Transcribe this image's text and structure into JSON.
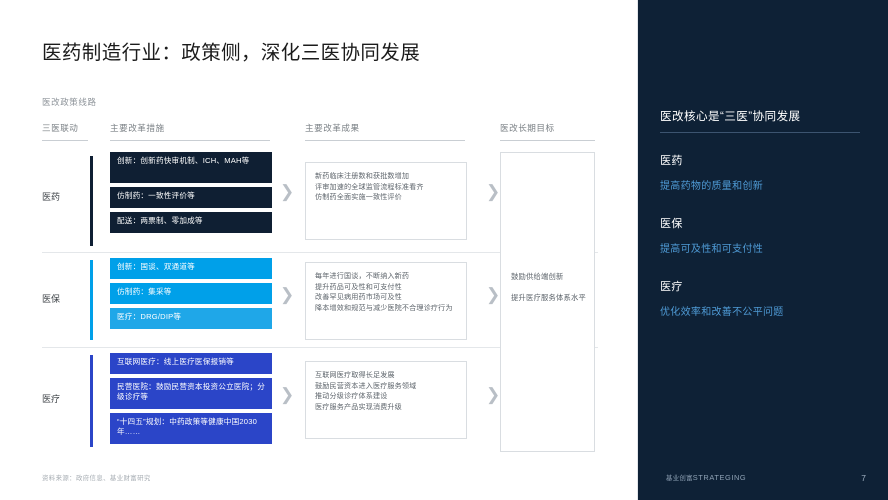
{
  "slide": {
    "title": "医药制造行业：政策侧，深化三医协同发展",
    "subtitle": "医改政策线路",
    "source_note": "资料来源：政府信息、基业财富研究",
    "page_number": "7"
  },
  "colors": {
    "panel_dark": "#0e2136",
    "row_yiyao": "#0f1f33",
    "row_yibao": "#00a0e9",
    "row_yiliao": "#2b45c8",
    "accent_link": "#4f9bd6"
  },
  "columns": [
    {
      "label": "三医联动"
    },
    {
      "label": "主要改革措施"
    },
    {
      "label": "主要改革成果"
    },
    {
      "label": "医改长期目标"
    }
  ],
  "rows": [
    {
      "label": "医药",
      "color": "#0f1f33",
      "measures": [
        "创新：创新药快审机制、ICH、MAH等",
        "仿制药：一致性评价等",
        "配送：两票制、零加成等"
      ],
      "outcome": "新药临床注册数和获批数增加\n评审加速的全球监管流程标准看齐\n仿制药全面实施一致性评价"
    },
    {
      "label": "医保",
      "color": "#00a0e9",
      "measures": [
        "创新：国谈、双通道等",
        "仿制药：集采等",
        "医疗：DRG/DIP等"
      ],
      "outcome": "每年进行国谈，不断纳入新药\n提升药品可及性和可支付性\n改善罕见病用药市场可及性\n降本增效和规范与减少医院不合理诊疗行为"
    },
    {
      "label": "医疗",
      "color": "#2b45c8",
      "measures": [
        "互联网医疗：线上医疗医保报销等",
        "民营医院：鼓励民营资本投资公立医院；分级诊疗等",
        "“十四五”规划：中药政策等健康中国2030年……"
      ],
      "outcome": "互联网医疗取得长足发展\n鼓励民营资本进入医疗服务领域\n推动分级诊疗体系建设\n医疗服务产品实现消费升级"
    }
  ],
  "goal": {
    "lines": [
      "鼓励供给端创新",
      "提升医疗服务体系水平"
    ]
  },
  "right_panel": {
    "title": "医改核心是“三医”协同发展",
    "items": [
      {
        "term": "医药",
        "desc": "提高药物的质量和创新"
      },
      {
        "term": "医保",
        "desc": "提高可及性和可支付性"
      },
      {
        "term": "医疗",
        "desc": "优化效率和改善不公平问题"
      }
    ],
    "brand_cn": "基业创富",
    "brand_en": "STRATEGING"
  }
}
